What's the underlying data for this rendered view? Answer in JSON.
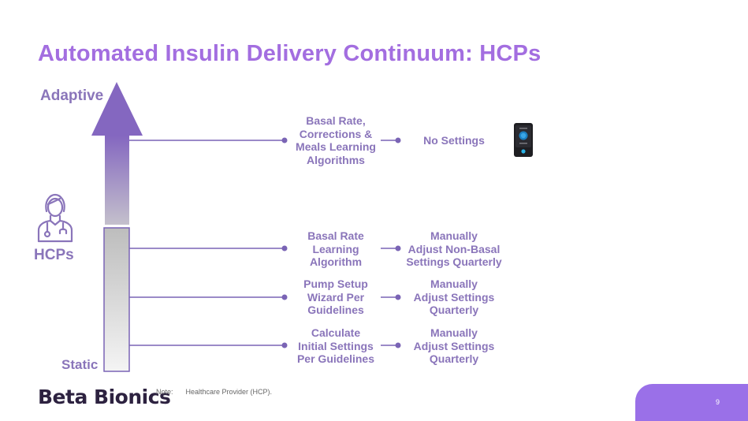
{
  "slide": {
    "title": "Automated Insulin Delivery Continuum: HCPs",
    "axis": {
      "top_label": "Adaptive",
      "bottom_label": "Static"
    },
    "actor": {
      "label": "HCPs",
      "icon": "healthcare-provider-icon"
    },
    "rows": [
      {
        "left": [
          "Basal Rate,",
          "Corrections &",
          "Meals Learning",
          "Algorithms"
        ],
        "right": [
          "No Settings"
        ],
        "icon": "ilet-device-icon"
      },
      {
        "left": [
          "Basal Rate",
          "Learning",
          "Algorithm"
        ],
        "right": [
          "Manually",
          "Adjust Non-Basal",
          "Settings Quarterly"
        ]
      },
      {
        "left": [
          "Pump Setup",
          "Wizard Per",
          "Guidelines"
        ],
        "right": [
          "Manually",
          "Adjust Settings",
          "Quarterly"
        ]
      },
      {
        "left": [
          "Calculate",
          "Initial Settings",
          "Per Guidelines"
        ],
        "right": [
          "Manually",
          "Adjust Settings",
          "Quarterly"
        ]
      }
    ],
    "footer": {
      "logo": "Beta Bionics",
      "note_label": "Note:",
      "note_text": "Healthcare Provider (HCP).",
      "page_number": "9"
    },
    "colors": {
      "title": "#a36ee0",
      "text": "#8a75ba",
      "line": "#7a64b5",
      "accent": "#9a70e8"
    }
  }
}
